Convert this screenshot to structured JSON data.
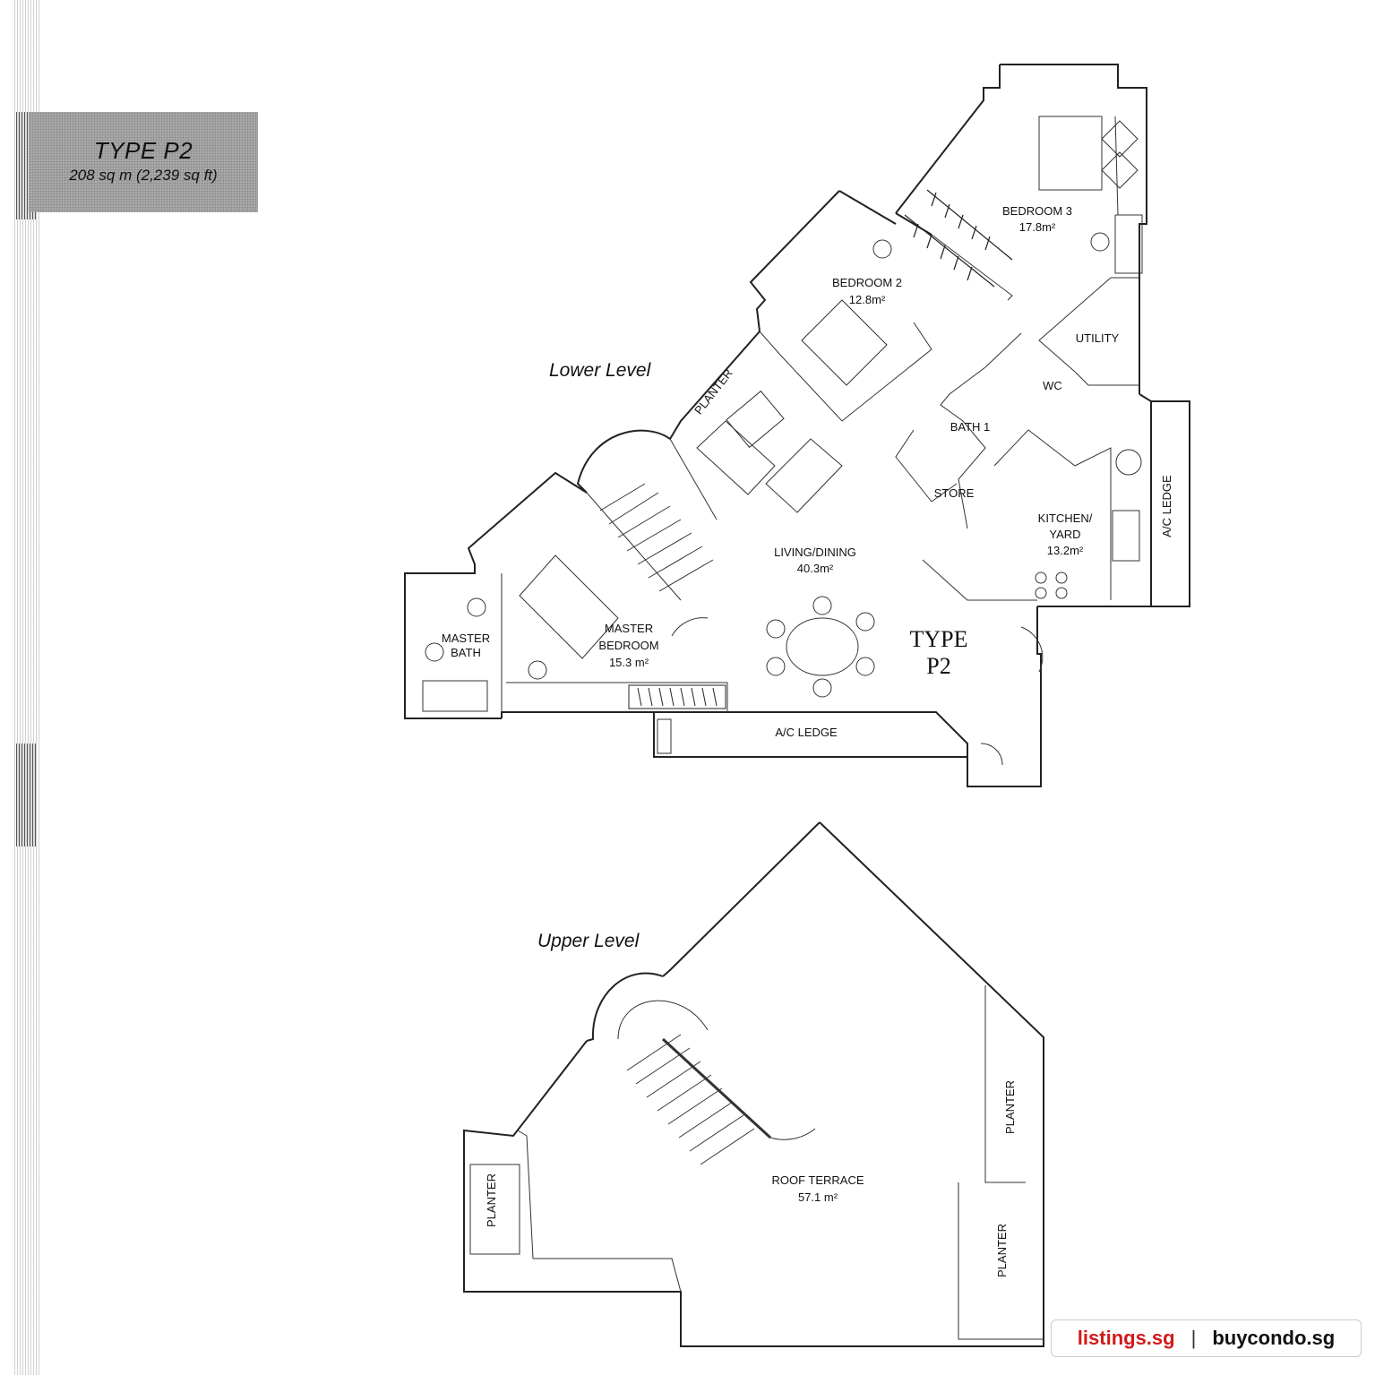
{
  "header": {
    "type_label": "TYPE P2",
    "area_label": "208 sq m (2,239 sq ft)"
  },
  "levels": {
    "lower": "Lower Level",
    "upper": "Upper Level"
  },
  "plan_type": {
    "line1": "TYPE",
    "line2": "P2"
  },
  "rooms": {
    "bedroom3": {
      "name": "BEDROOM 3",
      "area": "17.8m²"
    },
    "bedroom2": {
      "name": "BEDROOM 2",
      "area": "12.8m²"
    },
    "utility": {
      "name": "UTILITY"
    },
    "wc": {
      "name": "WC"
    },
    "planter_lower": {
      "name": "PLANTER"
    },
    "bath1": {
      "name": "BATH 1"
    },
    "store": {
      "name": "STORE"
    },
    "ac_ledge_right": {
      "name": "A/C LEDGE"
    },
    "kitchen": {
      "name1": "KITCHEN/",
      "name2": "YARD",
      "area": "13.2m²"
    },
    "living": {
      "name": "LIVING/DINING",
      "area": "40.3m²"
    },
    "master_bath": {
      "name1": "MASTER",
      "name2": "BATH"
    },
    "master_bedroom": {
      "name1": "MASTER",
      "name2": "BEDROOM",
      "area": "15.3 m²"
    },
    "ac_ledge_bottom": {
      "name": "A/C LEDGE"
    },
    "roof_terrace": {
      "name": "ROOF TERRACE",
      "area": "57.1 m²"
    },
    "planter_left": {
      "name": "PLANTER"
    },
    "planter_right_top": {
      "name": "PLANTER"
    },
    "planter_right_bottom": {
      "name": "PLANTER"
    }
  },
  "footer": {
    "site1": "listings.sg",
    "separator": "|",
    "site2": "buycondo.sg"
  }
}
